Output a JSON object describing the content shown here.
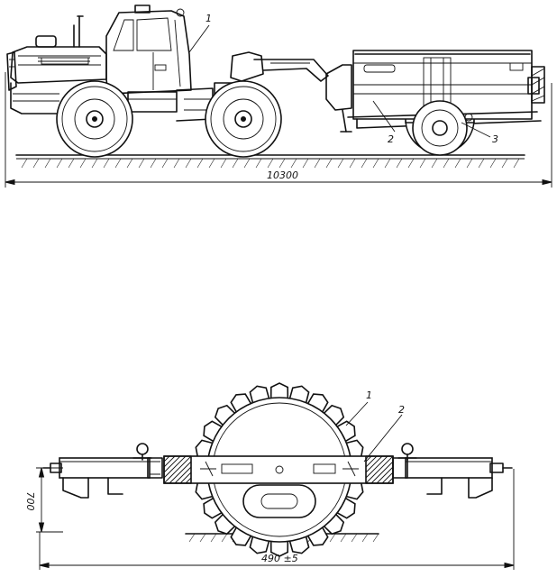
{
  "top_figure": {
    "callouts": [
      "1",
      "2",
      "3"
    ],
    "overall_length": "10300"
  },
  "bottom_figure": {
    "callouts": [
      "1",
      "2"
    ],
    "height_dim": "700",
    "width_dim": "490 ±5"
  }
}
